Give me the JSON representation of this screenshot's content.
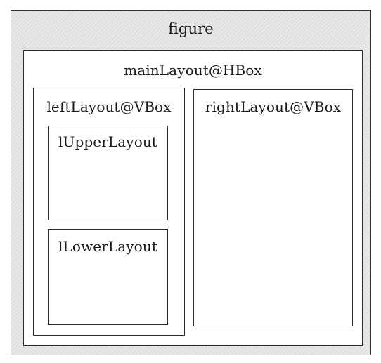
{
  "figure": {
    "title": "figure",
    "main_layout": {
      "title": "mainLayout@HBox",
      "left_layout": {
        "title": "leftLayout@VBox",
        "upper_layout": {
          "title": "lUpperLayout"
        },
        "lower_layout": {
          "title": "lLowerLayout"
        }
      },
      "right_layout": {
        "title": "rightLayout@VBox"
      }
    }
  }
}
